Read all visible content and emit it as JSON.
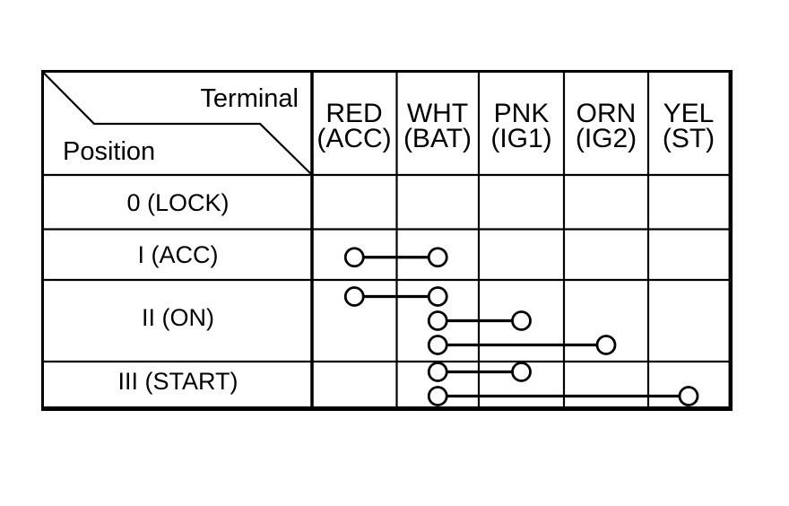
{
  "table": {
    "corner": {
      "terminal_label": "Terminal",
      "position_label": "Position"
    },
    "columns": [
      {
        "wire": "RED",
        "terminal": "(ACC)"
      },
      {
        "wire": "WHT",
        "terminal": "(BAT)"
      },
      {
        "wire": "PNK",
        "terminal": "(IG1)"
      },
      {
        "wire": "ORN",
        "terminal": "(IG2)"
      },
      {
        "wire": "YEL",
        "terminal": "(ST)"
      }
    ],
    "rows": [
      {
        "label": "0 (LOCK)",
        "connections": []
      },
      {
        "label": "I (ACC)",
        "connections": [
          [
            "RED",
            "WHT"
          ]
        ]
      },
      {
        "label": "II (ON)",
        "connections": [
          [
            "RED",
            "WHT"
          ],
          [
            "WHT",
            "PNK"
          ],
          [
            "WHT",
            "ORN"
          ]
        ]
      },
      {
        "label": "III (START)",
        "connections": [
          [
            "WHT",
            "PNK"
          ],
          [
            "WHT",
            "YEL"
          ]
        ]
      }
    ],
    "colors": {
      "ink": "#000000",
      "paper": "#ffffff"
    }
  }
}
